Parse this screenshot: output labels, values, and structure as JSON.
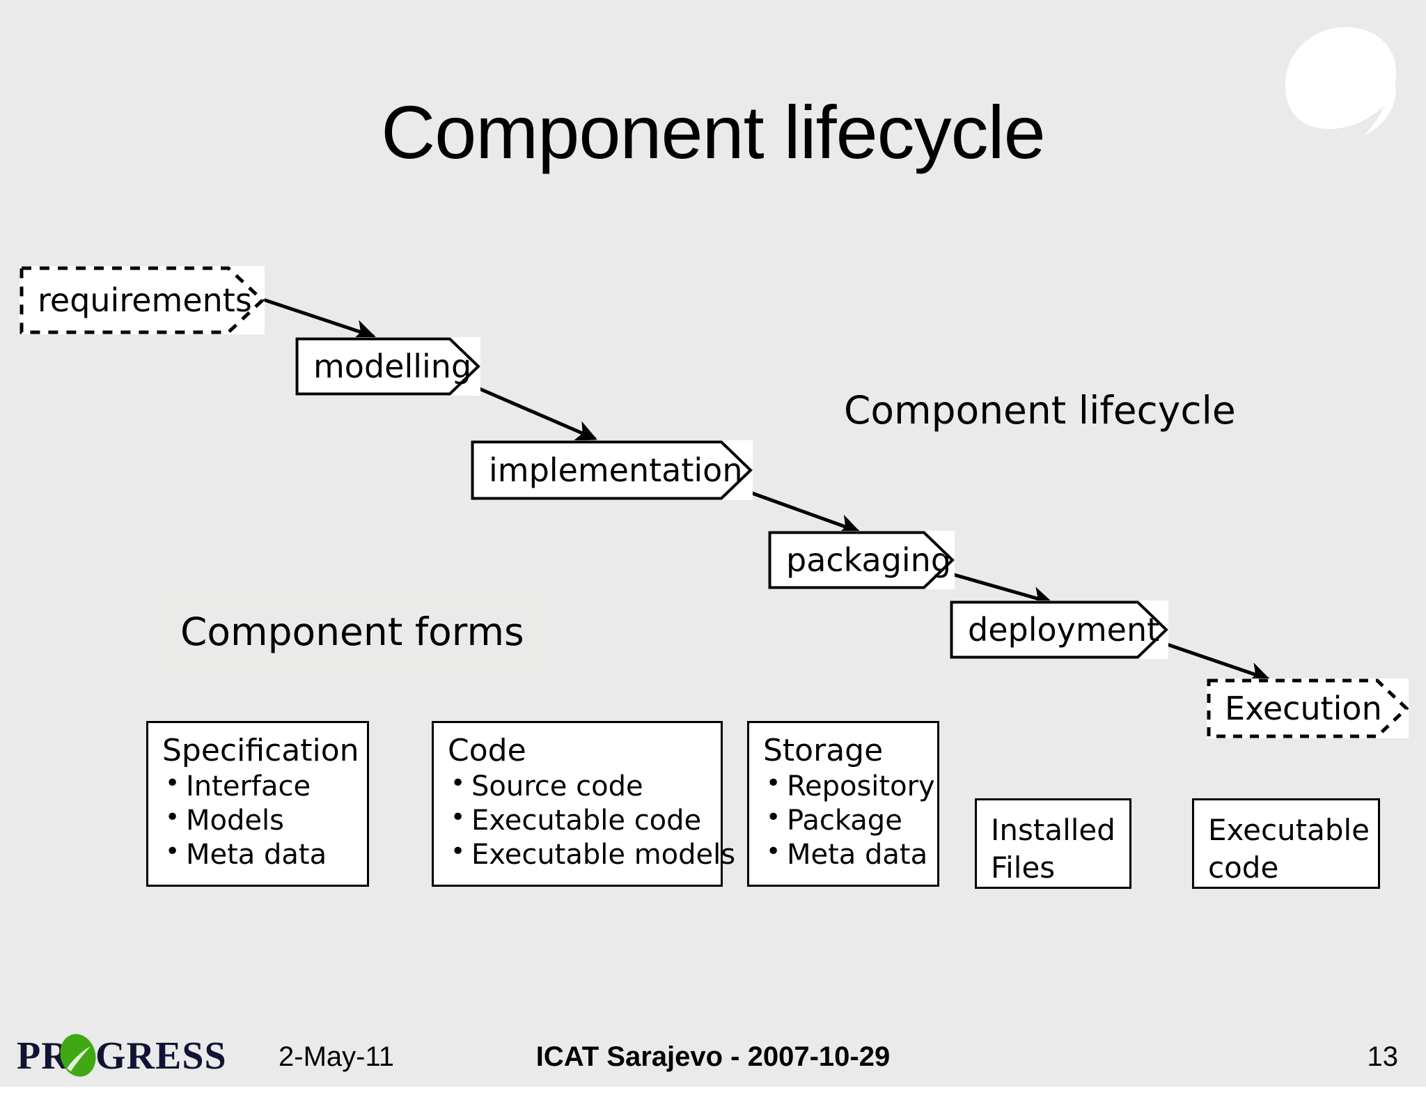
{
  "slide": {
    "title": "Component lifecycle",
    "page_number": "13",
    "background_color": "#eaeaea"
  },
  "sections": {
    "lifecycle_label": "Component lifecycle",
    "forms_label": "Component forms",
    "forms_label_border_color": "#f2f2c8"
  },
  "process": {
    "nodes": [
      {
        "label": "requirements",
        "style": "dashed"
      },
      {
        "label": "modelling",
        "style": "solid"
      },
      {
        "label": "implementation",
        "style": "solid"
      },
      {
        "label": "packaging",
        "style": "solid"
      },
      {
        "label": "deployment",
        "style": "solid"
      },
      {
        "label": "Execution",
        "style": "dashed"
      }
    ]
  },
  "component_forms": {
    "boxes": [
      {
        "title": "Specification",
        "items": [
          "Interface",
          "Models",
          "Meta data"
        ]
      },
      {
        "title": "Code",
        "items": [
          "Source code",
          "Executable code",
          "Executable models"
        ]
      },
      {
        "title": "Storage",
        "items": [
          "Repository",
          "Package",
          "Meta data"
        ]
      }
    ],
    "simple_boxes": [
      {
        "line1": "Installed",
        "line2": "Files"
      },
      {
        "line1": "Executable",
        "line2": "code"
      }
    ]
  },
  "footer": {
    "date": "2-May-11",
    "center": "ICAT Sarajevo - 2007-10-29",
    "page": "13",
    "logo_text_left": "PR",
    "logo_text_right": "GRESS",
    "logo_leaf_color": "#3fa813",
    "logo_text_color": "#121333"
  }
}
